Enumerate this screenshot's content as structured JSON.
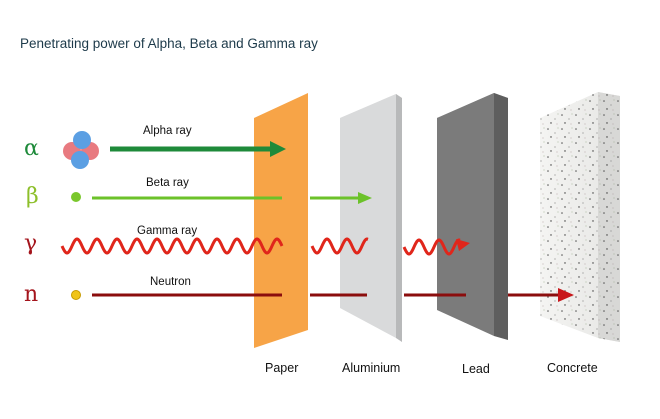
{
  "title": "Penetrating power of Alpha, Beta and Gamma ray",
  "colors": {
    "alpha": "#1e8a3a",
    "beta": "#6cc22a",
    "gamma": "#e0261b",
    "neutron": "#8b0d0d",
    "paper": "#f7a447",
    "aluminium": "#d9dadb",
    "lead": "#7b7b7b",
    "concrete": "#f1f1ef"
  },
  "rays": [
    {
      "symbol": "α",
      "label": "Alpha ray",
      "stops_at": "Paper"
    },
    {
      "symbol": "β",
      "label": "Beta ray",
      "stops_at": "Aluminium"
    },
    {
      "symbol": "γ",
      "label": "Gamma ray",
      "stops_at": "Lead"
    },
    {
      "symbol": "n",
      "label": "Neutron",
      "stops_at": "Concrete"
    }
  ],
  "materials": [
    "Paper",
    "Aluminium",
    "Lead",
    "Concrete"
  ]
}
